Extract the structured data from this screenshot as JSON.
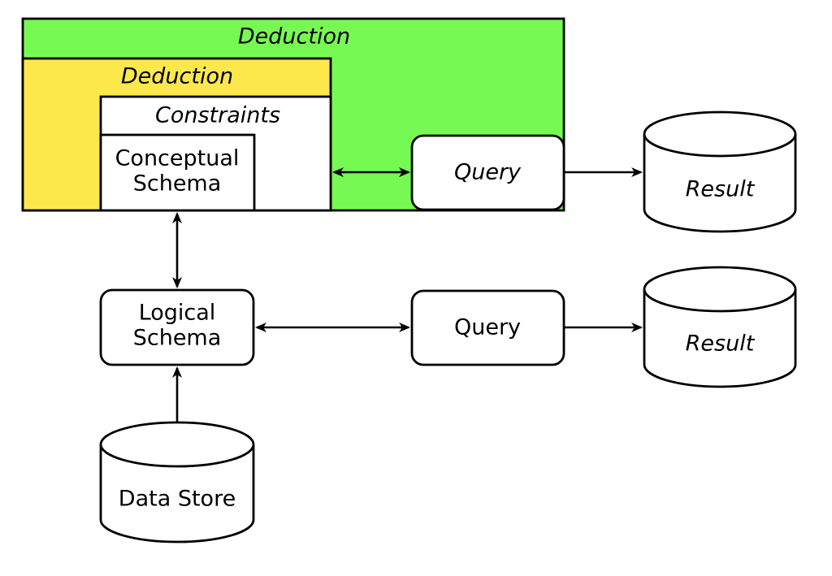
{
  "colors": {
    "outer_deduction": "#77f953",
    "inner_deduction": "#fde84c",
    "constraints": "#ffffff",
    "stroke": "#000000",
    "vertical_connector": "#6b0000"
  },
  "outer_deduction": {
    "label": "Deduction"
  },
  "inner_deduction": {
    "label": "Deduction"
  },
  "constraints": {
    "label": "Constraints"
  },
  "conceptual_schema": {
    "line1": "Conceptual",
    "line2": "Schema"
  },
  "query_top": {
    "label": "Query"
  },
  "result_top": {
    "label": "Result"
  },
  "logical_schema": {
    "line1": "Logical",
    "line2": "Schema"
  },
  "query_bottom": {
    "label": "Query"
  },
  "result_bottom": {
    "label": "Result"
  },
  "data_store": {
    "label": "Data Store"
  }
}
